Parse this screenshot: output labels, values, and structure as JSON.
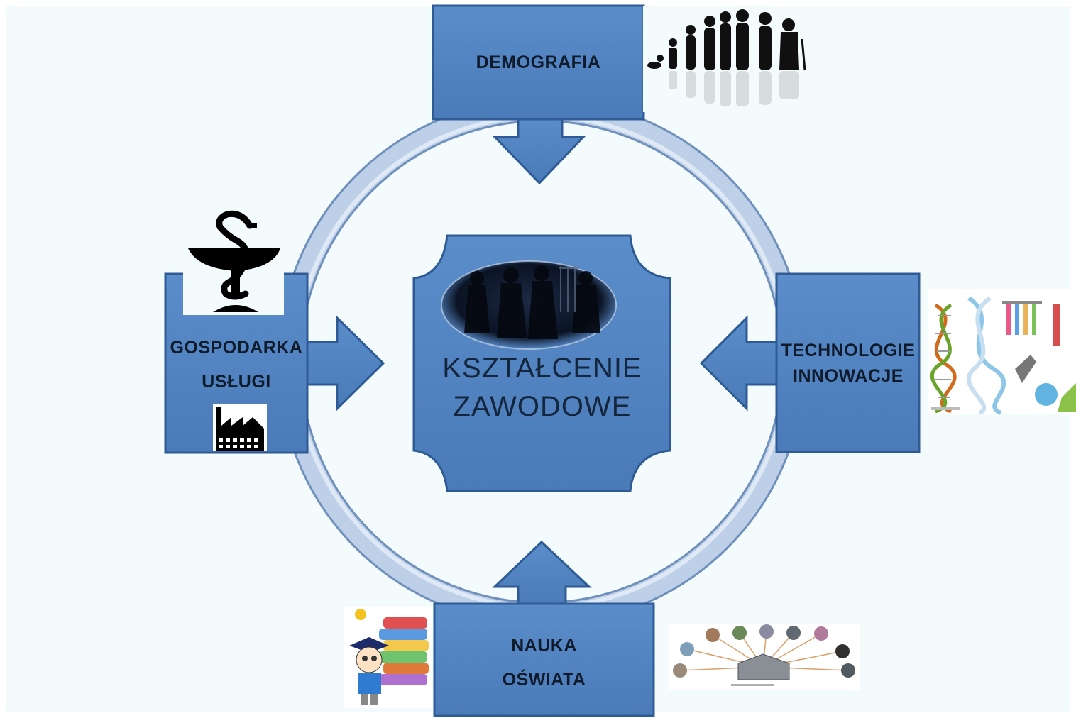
{
  "diagram": {
    "center": {
      "line1": "KSZTAŁCENIE",
      "line2": "ZAWODOWE"
    },
    "nodes": {
      "top": {
        "line1": "DEMOGRAFIA"
      },
      "left": {
        "line1": "GOSPODARKA",
        "line2": "USŁUGI"
      },
      "right": {
        "line1": "TECHNOLOGIE",
        "line2": "INNOWACJE"
      },
      "bottom": {
        "line1": "NAUKA",
        "line2": "OŚWIATA"
      }
    },
    "colors": {
      "box_fill": "#4f81bd",
      "box_border": "#2e5b95",
      "ring": "#b8cce4",
      "background": "#f4fbfc",
      "text": "#0f1b2b"
    },
    "illustrations": [
      "human-evolution-silhouettes",
      "bowl-of-hygieia-icon",
      "factory-icon",
      "dna-lab-equipment",
      "student-with-books",
      "school-network"
    ]
  }
}
